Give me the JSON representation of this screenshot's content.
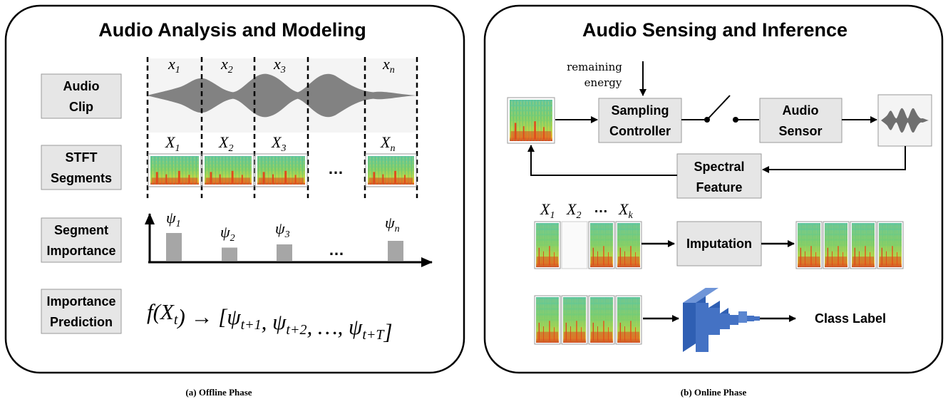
{
  "left_panel": {
    "title": "Audio Analysis and Modeling",
    "caption": "(a) Offline Phase",
    "rows": {
      "audio_clip": [
        "Audio",
        "Clip"
      ],
      "stft": [
        "STFT",
        "Segments"
      ],
      "importance": [
        "Segment",
        "Importance"
      ],
      "prediction": [
        "Importance",
        "Prediction"
      ]
    },
    "segment_labels": {
      "lower": [
        {
          "base": "x",
          "sub": "1"
        },
        {
          "base": "x",
          "sub": "2"
        },
        {
          "base": "x",
          "sub": "3"
        },
        {
          "base": "x",
          "sub": "n"
        }
      ],
      "upper": [
        {
          "base": "X",
          "sub": "1"
        },
        {
          "base": "X",
          "sub": "2"
        },
        {
          "base": "X",
          "sub": "3"
        },
        {
          "base": "X",
          "sub": "n"
        }
      ],
      "psi": [
        {
          "base": "ψ",
          "sub": "1"
        },
        {
          "base": "ψ",
          "sub": "2"
        },
        {
          "base": "ψ",
          "sub": "3"
        },
        {
          "base": "ψ",
          "sub": "n"
        }
      ]
    },
    "importance_levels": [
      0.78,
      0.37,
      0.46,
      0.56
    ],
    "ellipsis": "…",
    "formula": "f(X_t) → [ψ_{t+1}, ψ_{t+2}, …, ψ_{t+T}]"
  },
  "right_panel": {
    "title": "Audio Sensing and Inference",
    "caption": "(b) Online Phase",
    "energy_label": [
      "remaining",
      "energy"
    ],
    "boxes": {
      "sampling": [
        "Sampling",
        "Controller"
      ],
      "sensor": [
        "Audio",
        "Sensor"
      ],
      "spectral": [
        "Spectral",
        "Feature"
      ],
      "imputation": "Imputation"
    },
    "imputation_labels": [
      {
        "base": "X",
        "sub": "1"
      },
      {
        "base": "X",
        "sub": "2"
      },
      {
        "base": "X",
        "sub": "k"
      }
    ],
    "ellipsis": "…",
    "class_label": "Class Label"
  },
  "colors": {
    "box_fill": "#e6e6e6",
    "box_stroke": "#9a9a9a",
    "bar_fill": "#a6a6a6",
    "wave": "#6f6f6f",
    "cnn": "#4472c4"
  }
}
